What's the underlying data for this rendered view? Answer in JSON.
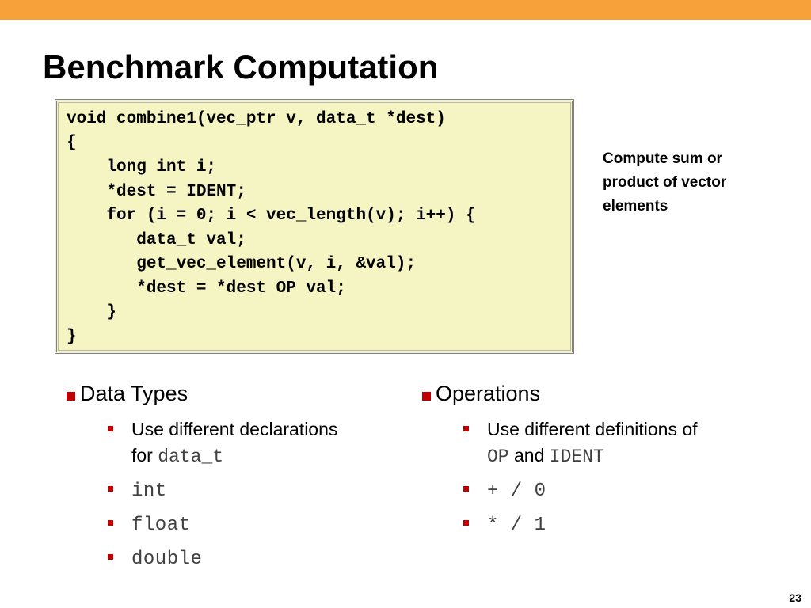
{
  "slide": {
    "title": "Benchmark Computation",
    "page_number": "23",
    "colors": {
      "top_bar": "#f7a13b",
      "code_background": "#f5f5c3",
      "bullet": "#c00000"
    }
  },
  "code": {
    "lines": [
      "void combine1(vec_ptr v, data_t *dest)",
      "{",
      "    long int i;",
      "    *dest = IDENT;",
      "    for (i = 0; i < vec_length(v); i++) {",
      "       data_t val;",
      "       get_vec_element(v, i, &val);",
      "       *dest = *dest OP val;",
      "    }",
      "}"
    ]
  },
  "side_note": {
    "line_1": "Compute sum or",
    "line_2": "product of vector",
    "line_3": "elements"
  },
  "data_types": {
    "heading": "Data Types",
    "item_1_prefix": "Use different declarations",
    "item_1_for": "for ",
    "item_1_code": "data_t",
    "item_2": "int",
    "item_3": "float",
    "item_4": "double"
  },
  "operations": {
    "heading": "Operations",
    "item_1_prefix": "Use different definitions of",
    "item_1_op": "OP",
    "item_1_and": " and ",
    "item_1_ident": "IDENT",
    "item_2": "+ / 0",
    "item_3": "* / 1"
  }
}
